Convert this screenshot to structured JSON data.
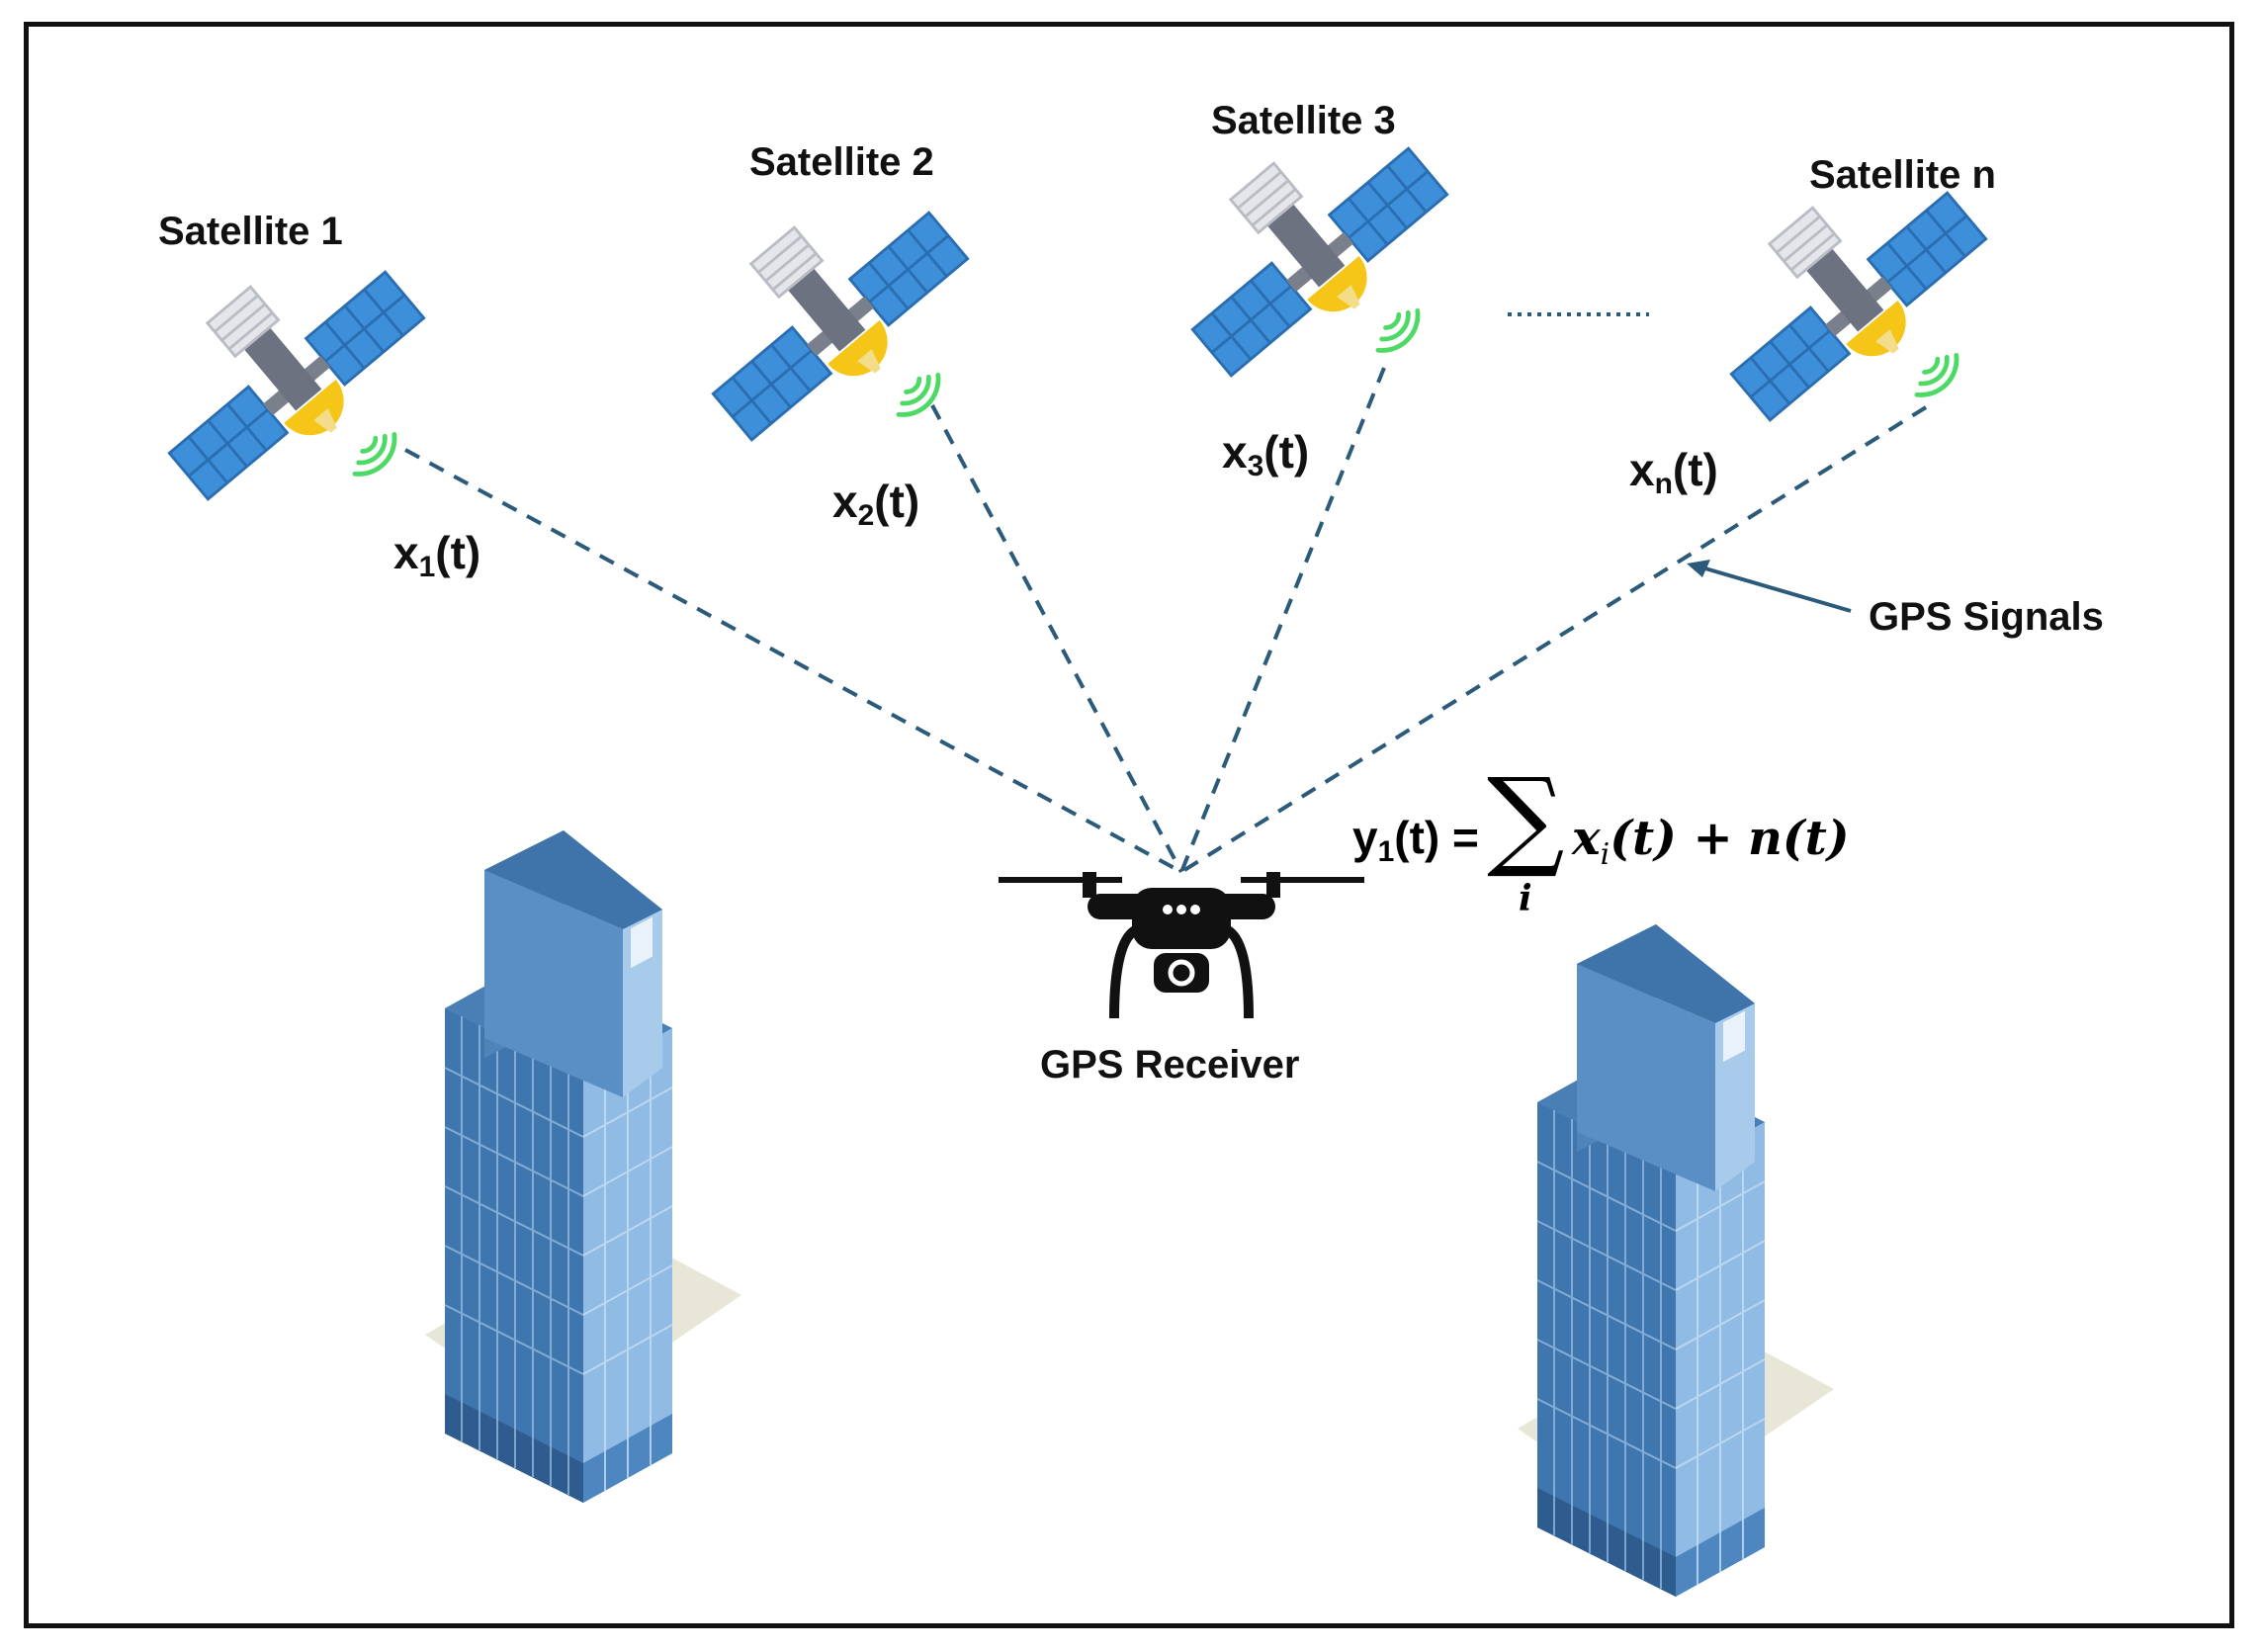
{
  "satellites": [
    {
      "label": "Satellite 1",
      "signal": "x",
      "sub": "1"
    },
    {
      "label": "Satellite 2",
      "signal": "x",
      "sub": "2"
    },
    {
      "label": "Satellite 3",
      "signal": "x",
      "sub": "3"
    },
    {
      "label": "Satellite n",
      "signal": "x",
      "sub": "n"
    }
  ],
  "signal_suffix": "(t)",
  "gps_signals_label": "GPS Signals",
  "receiver_label": "GPS Receiver",
  "equation": {
    "lhs_var": "y",
    "lhs_sub": "1",
    "lhs_rest": "(t) =",
    "sigma": "∑",
    "index": "i",
    "term_var": "x",
    "term_sub": "i",
    "term_rest": "(t) +",
    "noise": "n(t)"
  },
  "colors": {
    "signal_line": "#2b5a7a",
    "building_main": "#4a7fb5",
    "building_dark": "#2e5c8e",
    "panel_blue": "#3d8fd9",
    "dish_yellow": "#f5c518",
    "wave_green": "#4cd964"
  }
}
